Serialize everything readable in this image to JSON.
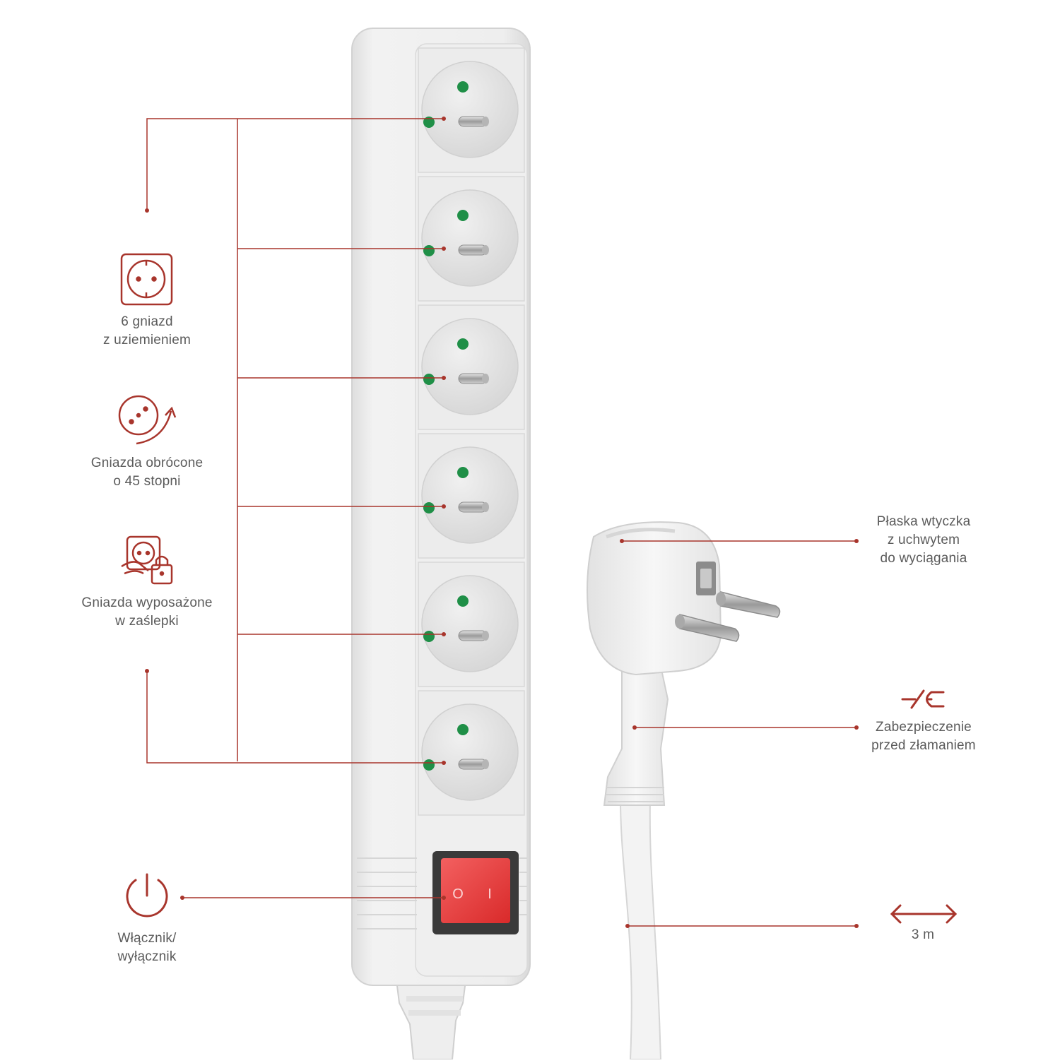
{
  "colors": {
    "accent": "#a8352c",
    "strip_body": "#ebebeb",
    "strip_edge": "#d4d4d4",
    "socket_face": "#e3e3e3",
    "shutter_green": "#1f8f47",
    "switch_red": "#e23b3b",
    "text": "#5b5b5b"
  },
  "features": {
    "sockets": {
      "icon": "socket-icon",
      "line1": "6 gniazd",
      "line2": "z uziemieniem"
    },
    "rotated": {
      "icon": "rotated-socket-icon",
      "line1": "Gniazda obrócone",
      "line2": "o 45 stopni"
    },
    "shutters": {
      "icon": "child-lock-icon",
      "line1": "Gniazda wyposażone",
      "line2": "w zaślepki"
    },
    "switch": {
      "icon": "power-icon",
      "line1": "Włącznik/",
      "line2": "wyłącznik"
    },
    "plug": {
      "line1": "Płaska wtyczka",
      "line2": "z uchwytem",
      "line3": "do wyciągania"
    },
    "bend_protection": {
      "icon": "broken-plug-icon",
      "line1": "Zabezpieczenie",
      "line2": "przed złamaniem"
    },
    "cable": {
      "icon": "double-arrow-icon",
      "value": "3 m"
    }
  },
  "product": {
    "socket_count": 6,
    "switch_symbols": [
      "O",
      "I"
    ]
  }
}
